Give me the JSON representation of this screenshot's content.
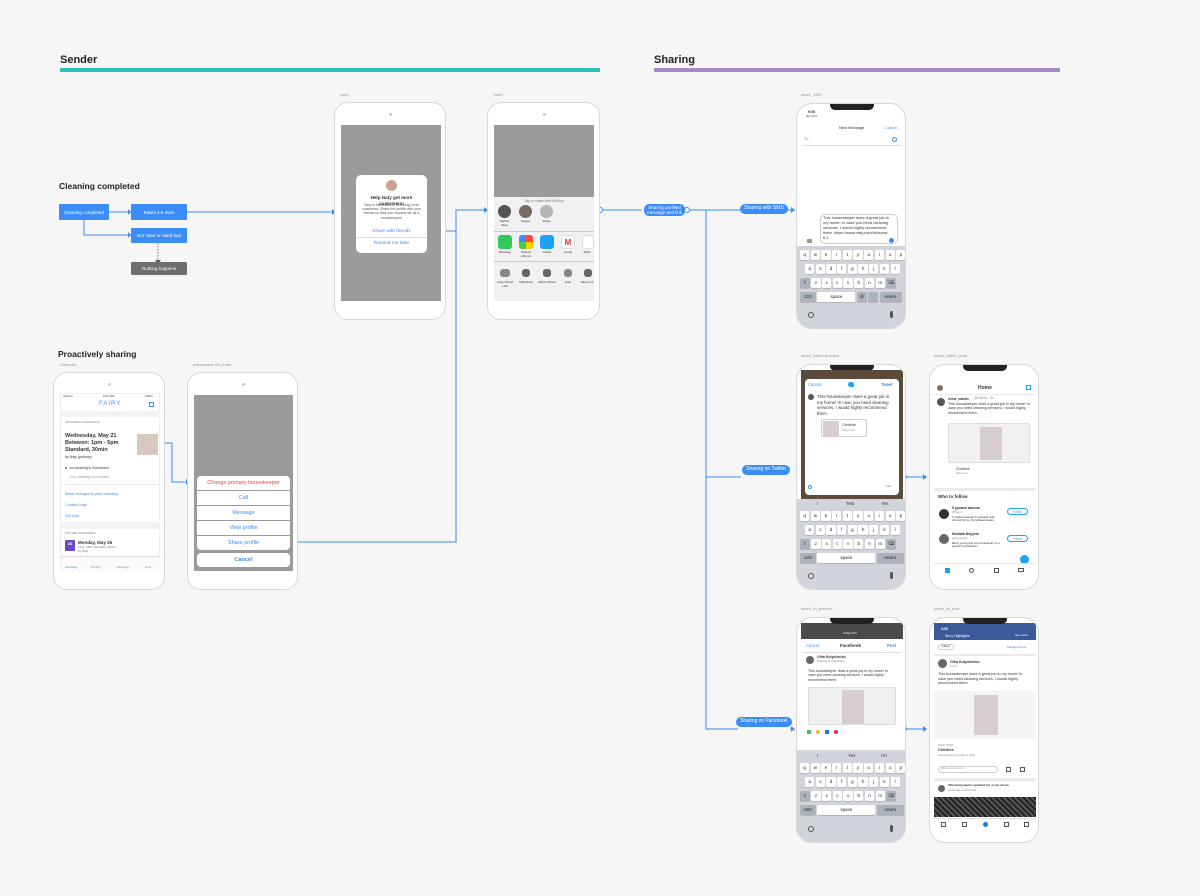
{
  "sections": {
    "sender": {
      "title": "Sender",
      "color": "#2ec4b6"
    },
    "sharing": {
      "title": "Sharing",
      "color": "#a78bc7"
    }
  },
  "flows": {
    "cleaning_completed": "Cleaning completed",
    "proactively_sharing": "Proactively sharing"
  },
  "nodes": {
    "cleaning_completed": "Cleaning completed",
    "rated_4_5": "Rated 4-5 stars",
    "not_rated": "Not rated or rated bad",
    "nothing_happens": "Nothing happens"
  },
  "frame_captions": {
    "rate1": "rate1",
    "rate2": "rate2",
    "calendar": "Calendar",
    "actionsheet": "actionsheet HK photo",
    "share_sms": "share_SMS",
    "share_twitter_preview": "share_twitter preview",
    "share_twitter_post": "share_twitter_post",
    "share_fb_preview": "share_fb_preview",
    "share_fb_post": "share_fb_post"
  },
  "pills": {
    "prefilled": "Sharing prefilled\nmessage and link",
    "sms": "Sharing with SMS",
    "twitter": "Sharing on Twitter",
    "facebook": "Sharing on Facebook"
  },
  "rate1_card": {
    "title": "Help Naty get more customers!",
    "body": "Naty is interested in receiving more customers. Share her profile with your friends so they can request her as a housekeeper!",
    "share": "Share with friends",
    "remind": "Remind me later"
  },
  "rate2_sheet": {
    "header": "Tap to share with AirDrop",
    "contacts": [
      {
        "name": "Nathan\nWest"
      },
      {
        "name": "Sergey"
      },
      {
        "name": "Serge"
      }
    ],
    "apps": [
      "Message",
      "Shared Albums",
      "Twitter",
      "Gmail",
      "Slack"
    ],
    "actions": [
      "Copy iCloud Link",
      "Slideshow",
      "Add to Album",
      "Hide",
      "Save to F"
    ]
  },
  "calendar_screen": {
    "status_left": "Verizon",
    "status_time": "9:41 AM",
    "status_right": "100%",
    "logo": "FAIRY",
    "upcoming_label": "UPCOMING CLEANINGS",
    "date_line1": "Wednesday, May 21",
    "date_line2": "Between: 1pm - 5pm",
    "date_line3": "Standard, 30min",
    "by": "by Naty (primary)",
    "status1": "1st cleaning is Scheduled",
    "status2": "Your cleaning is complete",
    "links": [
      "Make changes to your cleaning",
      "Contact Naty",
      "Get help"
    ],
    "future_label": "FUTURE CLEANINGS",
    "future_title": "Monday, May 26",
    "future_sub1": "Time: TBA, Standard, 30min",
    "future_sub2": "by Naty",
    "future_day": "26",
    "tabs": [
      "Cleanings",
      "Booking",
      "Messages",
      "More"
    ]
  },
  "actionsheet": {
    "items": [
      "Change primary housekeeper",
      "Call",
      "Message",
      "View profile",
      "Share profile"
    ],
    "cancel": "Cancel"
  },
  "sms_screen": {
    "status_time": "9:08",
    "status_back": "App Store",
    "title": "New Message",
    "cancel": "Cancel",
    "to": "To:",
    "message": "This housekeeper does a great job in my home! In case you need cleaning services, I would highly recommend them. https://www.naty.com/hk/mara-6-1"
  },
  "keyboard": {
    "row1": [
      "q",
      "w",
      "e",
      "r",
      "t",
      "y",
      "u",
      "i",
      "o",
      "p"
    ],
    "row2": [
      "a",
      "s",
      "d",
      "f",
      "g",
      "h",
      "j",
      "k",
      "l"
    ],
    "row3": [
      "z",
      "x",
      "c",
      "v",
      "b",
      "n",
      "m"
    ],
    "num": "123",
    "space": "space",
    "at": "@",
    "dot": ".",
    "ret": "return",
    "abc": "ABC",
    "suggest_tw": [
      "I",
      "Test",
      "Yes"
    ],
    "suggest_fb": [
      "I",
      "Yes",
      "I'm"
    ]
  },
  "twitter_preview": {
    "cancel": "Cancel",
    "tweet": "Tweet",
    "text": "This housekeeper does a great job in my home! In case you need cleaning services, I would highly recommend them.",
    "card_name": "Christine",
    "card_url": "Fairy.com",
    "count": "190"
  },
  "twitter_post": {
    "title": "Home",
    "user": "Irena_zatelic",
    "handle": "@Christo · 3s",
    "text": "This housekeeper does a great job in my home! In case you need cleaning services, I would highly recommend them.",
    "card_name": "Christine",
    "card_url": "fairy.com",
    "who_title": "Who to follow",
    "follow1_name": "5 уровня маньяк",
    "follow1_handle": "@5yprn",
    "follow1_bio": "5 уровня маньяк! 5 тиражей книг! Жуткий бутик, Рита Фанатичная",
    "follow2_name": "Mustafa Nayyem",
    "follow2_handle": "@mnayyem",
    "follow2_bio": "Being young and not revolutionary is a genetic contradiction",
    "follow": "Follow"
  },
  "fb_preview": {
    "url": "naty.com",
    "cancel": "Cancel",
    "title": "Facebook",
    "post": "Post",
    "user": "Olha Kutyshenko",
    "sub": "Sharing to Facebook",
    "text": "This housekeeper does a great job in my home! In case you need cleaning services, I would highly recommend them."
  },
  "fb_post": {
    "status_time": "3:52",
    "header": "Story Highlights",
    "see_all": "See more",
    "filters": "Filters",
    "manage": "Manage Posts",
    "user": "Olha Kutyshenko",
    "time": "1 min",
    "text": "This housekeeper does a great job in my home! In case you need cleaning services, I would highly recommend them.",
    "domain": "FAIRY.COM",
    "card_name": "Christine",
    "card_sub": "Housekeeping profile on Fairy",
    "comment": "Write a comment...",
    "user2": "Olha Kutyshenko updated her cover photo.",
    "time2": "Yesterday at 10:01 AM"
  },
  "colors": {
    "accent": "#3b8cf5",
    "connector": "#3b8cf5",
    "placeholder": "#9b9b9b",
    "keyboard": "#d1d4da"
  },
  "icons": {
    "status_bar": "status-bar-icon",
    "notch": "phone-notch"
  }
}
